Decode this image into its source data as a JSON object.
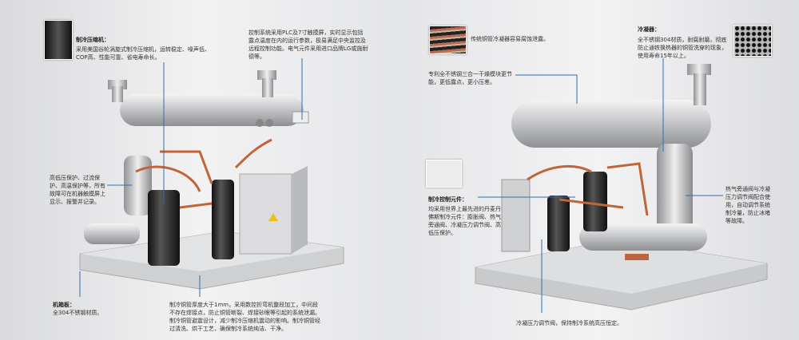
{
  "left": {
    "compressor": {
      "title": "制冷压缩机：",
      "desc": "采用美国谷轮涡旋式制冷压缩机，运转稳定、噪声低、COP高、性能可靠、省电寿命长。"
    },
    "control": {
      "desc": "控制系统采用PLC及7寸触摸屏，实时显示包括露点温度在内的运行参数，极易满足中央监控及远程控制功能。电气元件采用进口品牌LG或施耐德等。"
    },
    "protection": {
      "desc": "高低压保护、过流保护、高温保护等，所有故障可在机器触摸屏上显示、报警并记录。"
    },
    "piping": {
      "desc": "制冷铜管厚度大于1mm，采用数控折弯机整段加工，中间段不存在焊接点，防止铜管断裂、焊接砂眼等引起的系统泄漏。制冷铜管避震设计，减少制冷压缩机震动的影响。制冷铜管经过清洗、烘干工艺，确保制冷系统纯洁、干净。"
    },
    "cabinet": {
      "title": "机箱板：",
      "desc": "全304不锈钢材质。"
    }
  },
  "right": {
    "copper": {
      "desc": "传统铜管冷凝器容易腐蚀泄露。"
    },
    "patent": {
      "desc": "专利全不锈钢三合一干燥模块更节能，更低露点，更小压差。"
    },
    "condenser": {
      "title": "冷凝器：",
      "desc": "全不锈钢304材质，耐腐耐磨，彻底防止通铁换热器的铜管洗穿的现象，使用寿命15年以上。"
    },
    "components": {
      "title": "制冷控制元件：",
      "desc": "均采用世界上最先进的丹麦丹佛斯制冷元件：膨胀阀、热气旁通阀、冷凝压力调节阀、高低压保护。"
    },
    "hotgas": {
      "desc": "热气旁通阀与冷凝压力调节阀配合使用，自动调节系统制冷量，防止冰堵等故障。"
    },
    "valve": {
      "desc": "冷凝压力调节阀，保持制冷系统高压恒定。"
    }
  },
  "colors": {
    "callout": "#2f6fae",
    "copper": "#c0643a"
  }
}
